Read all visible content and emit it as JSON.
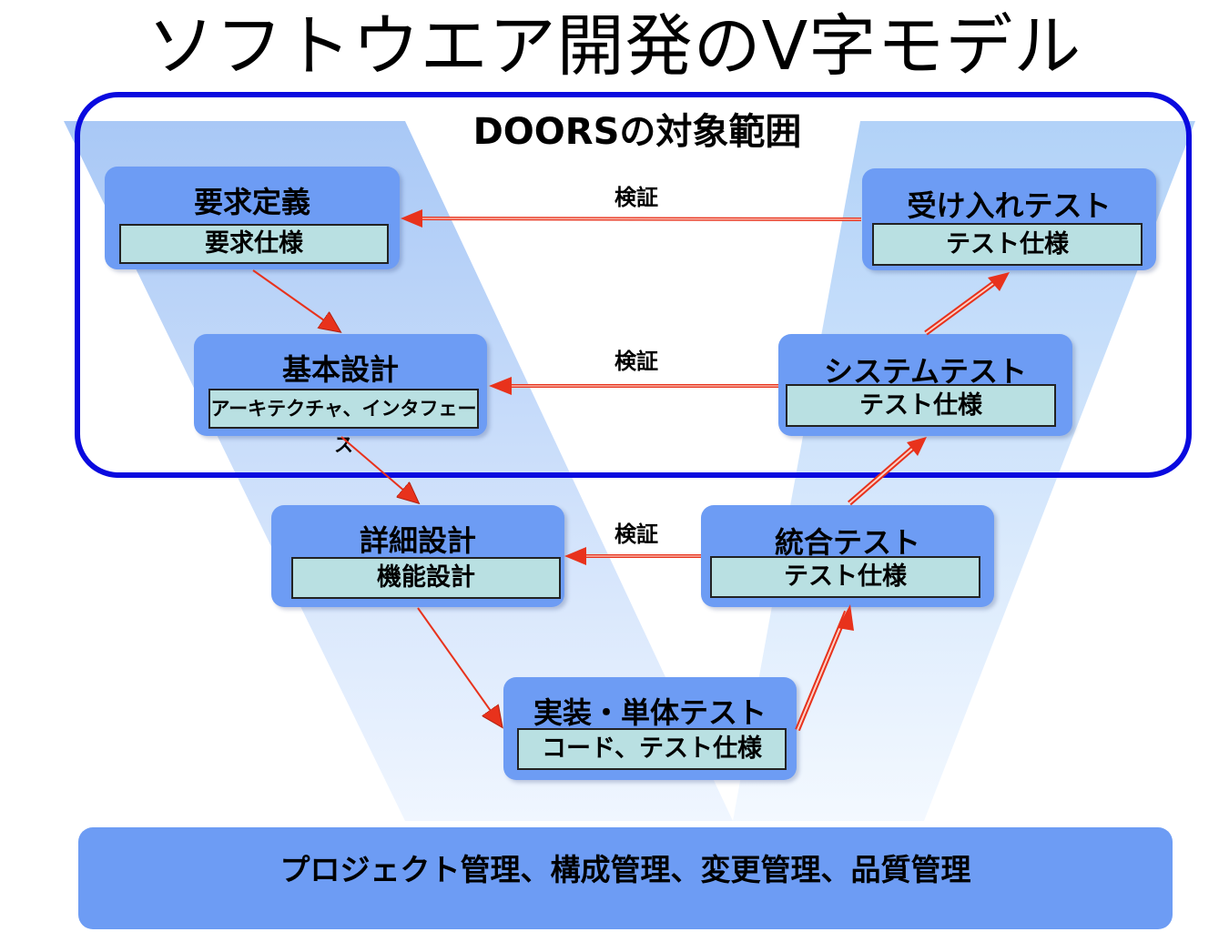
{
  "title": "ソフトウエア開発のV字モデル",
  "scope_label": "DOORSの対象範囲",
  "boxes": {
    "req": {
      "title": "要求定義",
      "sub": "要求仕様"
    },
    "basic": {
      "title": "基本設計",
      "sub": "アーキテクチャ、インタフェース"
    },
    "detail": {
      "title": "詳細設計",
      "sub": "機能設計"
    },
    "impl": {
      "title": "実装・単体テスト",
      "sub": "コード、テスト仕様"
    },
    "integ": {
      "title": "統合テスト",
      "sub": "テスト仕様"
    },
    "system": {
      "title": "システムテスト",
      "sub": "テスト仕様"
    },
    "accept": {
      "title": "受け入れテスト",
      "sub": "テスト仕様"
    }
  },
  "verify_labels": [
    "検証",
    "検証",
    "検証"
  ],
  "footer": "プロジェクト管理、構成管理、変更管理、品質管理",
  "colors": {
    "box": "#6d9cf4",
    "sub_box": "#b9e0e2",
    "scope_frame": "#0a0adf",
    "arrow": "#e8321c",
    "v_band": "#a8c8f4"
  }
}
